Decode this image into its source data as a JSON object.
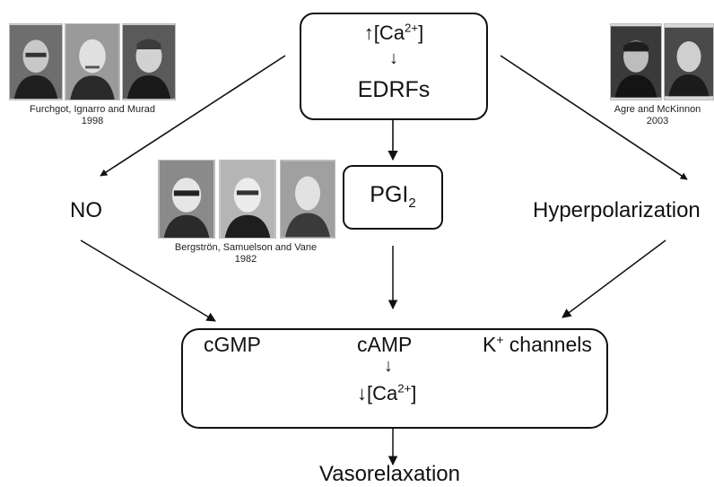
{
  "top_box": {
    "up_arrow": "↑",
    "calcium": "[Ca",
    "calcium_charge": "2+",
    "calcium_close": "]",
    "down_arrow": "↓",
    "label": "EDRFs"
  },
  "no": {
    "label": "NO"
  },
  "pgi2": {
    "base": "PGI",
    "subscript": "2"
  },
  "hyperpolarization": {
    "label": "Hyperpolarization"
  },
  "bottom_box": {
    "cgmp": "cGMP",
    "camp": "cAMP",
    "k_base": "K",
    "k_charge": "+",
    "k_rest": " channels",
    "down_arrow": "↓",
    "calcium": "[Ca",
    "calcium_charge": "2+",
    "calcium_close": "]"
  },
  "vasorelaxation": {
    "label": "Vasorelaxation"
  },
  "captions": {
    "left_names": "Furchgot, Ignarro and Murad",
    "left_year": "1998",
    "middle_names": "Bergströn, Samuelson and Vane",
    "middle_year": "1982",
    "right_names": "Agre and McKinnon",
    "right_year": "2003"
  }
}
